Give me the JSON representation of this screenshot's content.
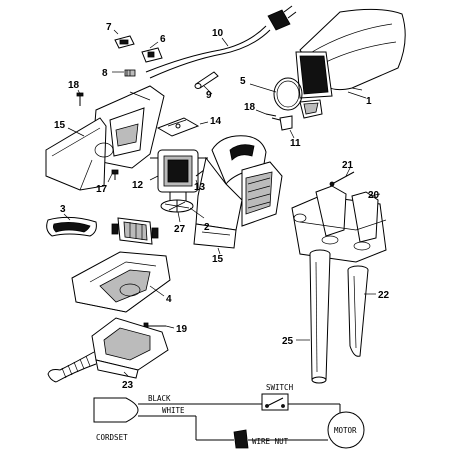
{
  "parts": [
    {
      "number": "1"
    },
    {
      "number": "2"
    },
    {
      "number": "3"
    },
    {
      "number": "4"
    },
    {
      "number": "5"
    },
    {
      "number": "6"
    },
    {
      "number": "7"
    },
    {
      "number": "8"
    },
    {
      "number": "9"
    },
    {
      "number": "10"
    },
    {
      "number": "11"
    },
    {
      "number": "12"
    },
    {
      "number": "13"
    },
    {
      "number": "14"
    },
    {
      "number": "15"
    },
    {
      "number": "15"
    },
    {
      "number": "17"
    },
    {
      "number": "18"
    },
    {
      "number": "18"
    },
    {
      "number": "19"
    },
    {
      "number": "20"
    },
    {
      "number": "21"
    },
    {
      "number": "22"
    },
    {
      "number": "23"
    },
    {
      "number": "25"
    },
    {
      "number": "27"
    }
  ],
  "wiring": {
    "black": "BLACK",
    "white": "WHITE",
    "switch": "SWITCH",
    "cordset": "CORDSET",
    "wire_nut": "WIRE NUT",
    "motor": "MOTOR"
  }
}
